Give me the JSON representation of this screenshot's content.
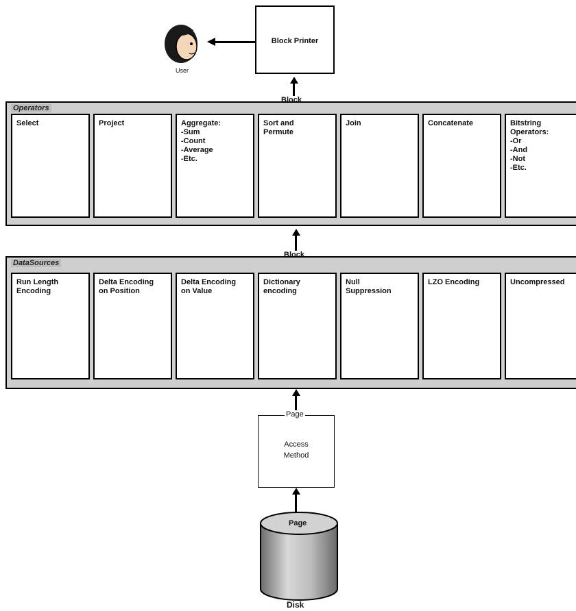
{
  "user": {
    "label": "User"
  },
  "block_printer": {
    "label": "Block Printer"
  },
  "connectors": {
    "block_top": "Block",
    "block_mid": "Block",
    "page_access": "Page",
    "page_disk": "Page"
  },
  "operators": {
    "title": "Operators",
    "cells": [
      "Select",
      "Project",
      "Aggregate:\n -Sum\n -Count\n -Average\n -Etc.",
      "Sort and\nPermute",
      "Join",
      "Concatenate",
      "Bitstring\nOperators:\n -Or\n -And\n -Not\n -Etc."
    ]
  },
  "datasources": {
    "title": "DataSources",
    "cells": [
      "Run Length\nEncoding",
      "Delta Encoding\non Position",
      "Delta Encoding\non Value",
      "Dictionary\nencoding",
      "Null\nSuppression",
      "LZO Encoding",
      "Uncompressed"
    ]
  },
  "access_method": {
    "label": "Access\nMethod"
  },
  "disk": {
    "label": "Disk"
  }
}
